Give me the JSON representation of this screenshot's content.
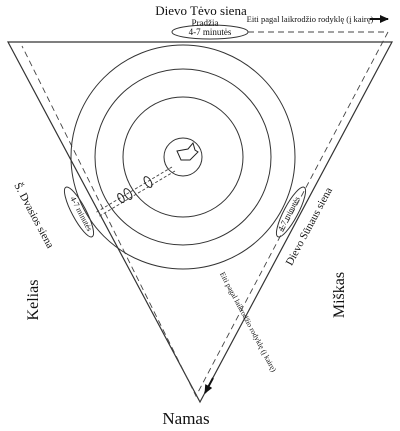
{
  "top": {
    "wall_title": "Dievo Tėvo siena",
    "start_label": "Pradžia",
    "start_duration": "4-7 minutės",
    "direction_note": "Eiti pagal laikrodžio rodyklę (į kairę)"
  },
  "sides": {
    "left_wall_label": "Š. Dvasios siena",
    "left_duration": "4-7 minutės",
    "right_wall_label": "Dievo Sūnaus siena",
    "right_duration": "4-7 minutės",
    "path_note": "Eiti pagal laikrodžio rodyklę (į kairę)"
  },
  "outside": {
    "left": "Kelias",
    "right": "Miškas",
    "bottom": "Namas"
  },
  "colors": {
    "line": "#333333",
    "text": "#111111"
  }
}
